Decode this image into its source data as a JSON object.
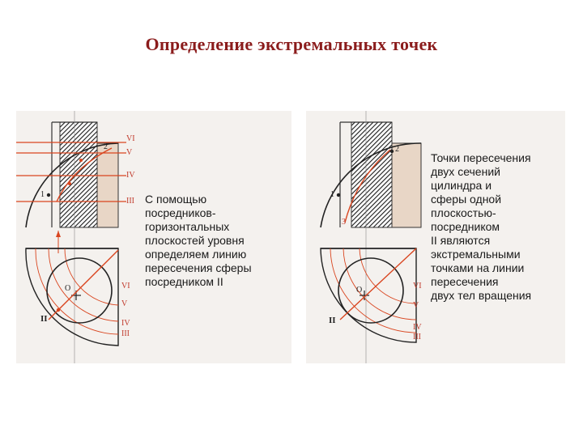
{
  "title": "Определение экстремальных точек",
  "left": {
    "labels": {
      "VI": "VI",
      "V": "V",
      "IV": "IV",
      "III": "III",
      "p1": "1",
      "p2": "2",
      "O": "O",
      "II": "II"
    },
    "text": "С помощью\nпосредников-\nгоризонтальных\nплоскостей уровня\nопределяем линию\nпересечения сферы\nпосредником II"
  },
  "right": {
    "labels": {
      "p1": "1",
      "p2": "2",
      "p3": "3",
      "VI": "VI",
      "V": "V",
      "IV": "IV",
      "III": "III",
      "O": "O",
      "II": "II"
    },
    "text": "Точки пересечения\nдвух сечений\nцилиндра и\nсферы одной\nплоскостью-\nпосредником\nII являются\nэкстремальными\nточками на линии\nпересечения\nдвух тел вращения"
  },
  "colors": {
    "title": "#8b1c1c",
    "accent": "#d9451f",
    "fill": "#e8d6c6",
    "panel": "#f4f1ee"
  }
}
